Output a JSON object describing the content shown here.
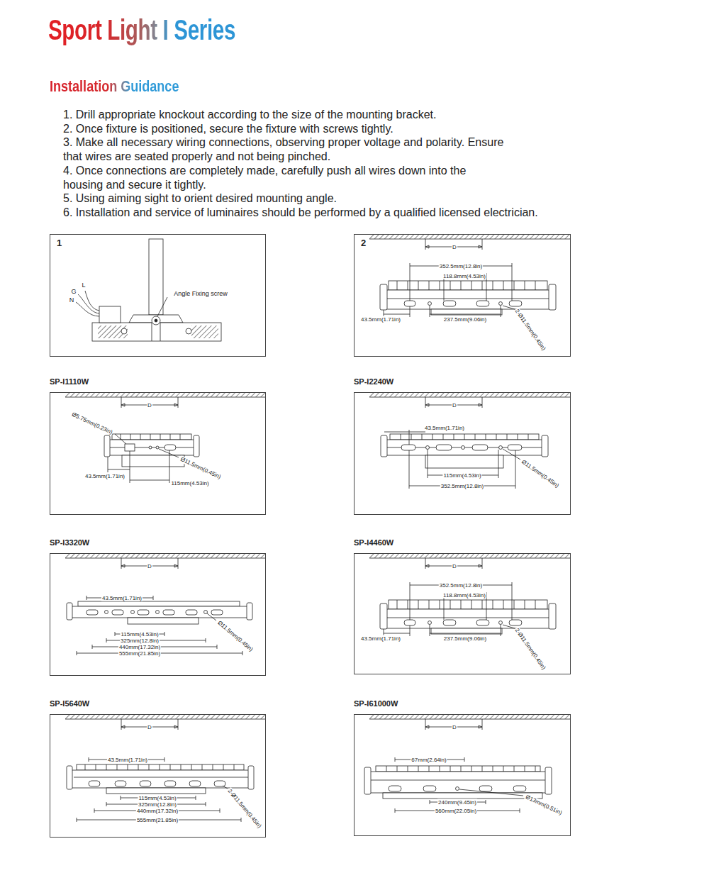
{
  "diagram": {
    "title": "Sport Light I Series",
    "nodes": [
      {
        "text": [
          "1"
        ]
      },
      {
        "text": [
          "2"
        ]
      },
      {
        "text": [
          "SP-I1110W"
        ]
      },
      {
        "text": [
          "SP-I2240W"
        ]
      },
      {
        "text": [
          "SP-I3320W"
        ]
      },
      {
        "text": [
          "SP-I4460W"
        ]
      },
      {
        "text": [
          "SP-I5640W"
        ]
      },
      {
        "text": [
          "SP-I61000W"
        ]
      }
    ],
    "labels": [
      "Installation Guidance",
      "1. Drill appropriate knockout according to the size of the mounting bracket.",
      "2. Once fixture is positioned, secure the fixture with screws tightly.",
      "3. Make all necessary wiring connections, observing proper voltage and polarity. Ensure that wires are seated properly and not being pinched.",
      "4. Once connections are completely made, carefully push all wires down into the housing and secure it tightly.",
      "5. Using aiming sight to orient desired mounting angle.",
      "6. Installation and service of luminaires should be performed by a qualified licensed electrician.",
      "L",
      "G",
      "N",
      "Angle Fixing screw",
      "D",
      "352.5mm(12.8in)",
      "118.8mm(4.53in)",
      "43.5mm(1.71in)",
      "237.5mm(9.06in)",
      "2-Ø11.5mm(0.45in)",
      "D",
      "Ø5.75mm(0.23in)",
      "Ø11.5mm(0.45in)",
      "43.5mm(1.71in)",
      "115mm(4.53in)",
      "D",
      "43.5mm(1.71in)",
      "Ø11.5mm(0.45in)",
      "115mm(4.53in)",
      "352.5mm(12.8in)",
      "D",
      "43.5mm(1.71in)",
      "Ø11.5mm(0.45in)",
      "115mm(4.53in)",
      "325mm(12.8in)",
      "440mm(17.32in)",
      "555mm(21.85in)",
      "D",
      "352.5mm(12.8in)",
      "118.8mm(4.53in)",
      "43.5mm(1.71in)",
      "237.5mm(9.06in)",
      "2-Ø11.5mm(0.45in)",
      "D",
      "43.5mm(1.71in)",
      "115mm(4.53in)",
      "325mm(12.8in)",
      "440mm(17.32in)",
      "555mm(21.85in)",
      "2-Ø11.5mm(0.45in)",
      "D",
      "67mm(2.64in)",
      "240mm(9.45in)",
      "560mm(22.05in)",
      "Ø13mm(0.51in)"
    ]
  }
}
